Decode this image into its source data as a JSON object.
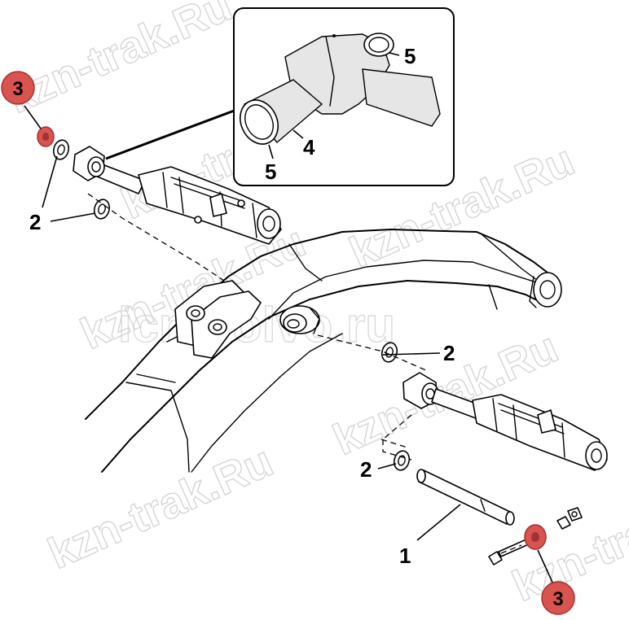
{
  "colors": {
    "highlight": "#d9534f",
    "highlight_dark": "#a33232",
    "line": "#000000",
    "watermark": "#c8c8c8"
  },
  "watermarks": [
    "kzn-trak.Ru",
    "icn-volvo.ru"
  ],
  "callouts": {
    "part_1": "1",
    "part_2": "2",
    "part_3": "3",
    "part_4": "4",
    "part_5": "5"
  },
  "highlighted_parts": [
    "3"
  ]
}
